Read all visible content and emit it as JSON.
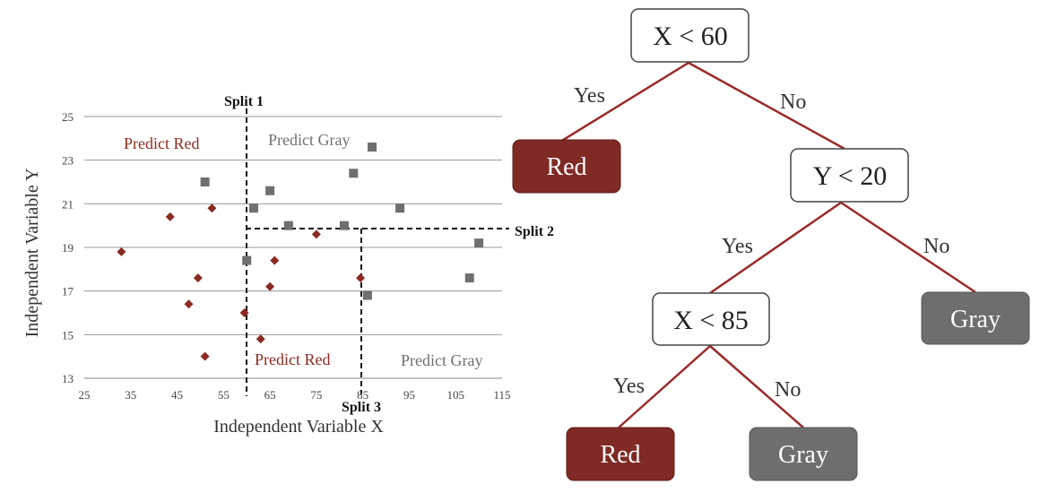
{
  "chart_data": {
    "type": "scatter",
    "xlabel": "Independent Variable X",
    "ylabel": "Independent Variable Y",
    "xlim": [
      25,
      115
    ],
    "ylim": [
      13,
      25
    ],
    "x_ticks": [
      25,
      35,
      45,
      55,
      65,
      75,
      85,
      95,
      105,
      115
    ],
    "y_ticks": [
      13,
      15,
      17,
      19,
      21,
      23,
      25
    ],
    "grid": "horizontal",
    "series": [
      {
        "color": "#8b2a22",
        "marker": "diamond",
        "points": [
          [
            33,
            18.8
          ],
          [
            43.5,
            20.4
          ],
          [
            47.5,
            16.4
          ],
          [
            49.5,
            17.6
          ],
          [
            51,
            14.0
          ],
          [
            52.5,
            20.8
          ],
          [
            59.5,
            16.0
          ],
          [
            63,
            14.8
          ],
          [
            65,
            17.2
          ],
          [
            66,
            18.4
          ],
          [
            75,
            19.6
          ],
          [
            84.5,
            17.6
          ]
        ]
      },
      {
        "color": "#6f6f6f",
        "marker": "square",
        "points": [
          [
            51,
            22.0
          ],
          [
            60,
            18.4
          ],
          [
            61.5,
            20.8
          ],
          [
            65,
            21.6
          ],
          [
            69,
            20.0
          ],
          [
            81,
            20.0
          ],
          [
            83,
            22.4
          ],
          [
            86,
            16.8
          ],
          [
            87,
            23.6
          ],
          [
            93,
            20.8
          ],
          [
            108,
            17.6
          ],
          [
            110,
            19.2
          ]
        ]
      }
    ],
    "splits": [
      {
        "label": "Split 1",
        "axis": "x",
        "value": 60
      },
      {
        "label": "Split 2",
        "axis": "y",
        "value": 19.8
      },
      {
        "label": "Split 3",
        "axis": "x",
        "value": 85
      }
    ],
    "region_labels": [
      {
        "text": "Predict Red",
        "color": "#8b2a22"
      },
      {
        "text": "Predict Gray",
        "color": "#6f6f6f"
      },
      {
        "text": "Predict Red",
        "color": "#8b2a22"
      },
      {
        "text": "Predict Gray",
        "color": "#6f6f6f"
      }
    ]
  },
  "tree": {
    "nodes": {
      "root": "X < 60",
      "n2": "Y < 20",
      "n3": "X < 85",
      "leaf_red_1": "Red",
      "leaf_gray_1": "Gray",
      "leaf_red_2": "Red",
      "leaf_gray_2": "Gray"
    },
    "edges": {
      "root_yes": "Yes",
      "root_no": "No",
      "n2_yes": "Yes",
      "n2_no": "No",
      "n3_yes": "Yes",
      "n3_no": "No"
    },
    "colors": {
      "red_leaf": "#7f2a24",
      "gray_leaf": "#6e6e6e",
      "edge": "#9b2a2a",
      "node_border": "#444444"
    }
  }
}
